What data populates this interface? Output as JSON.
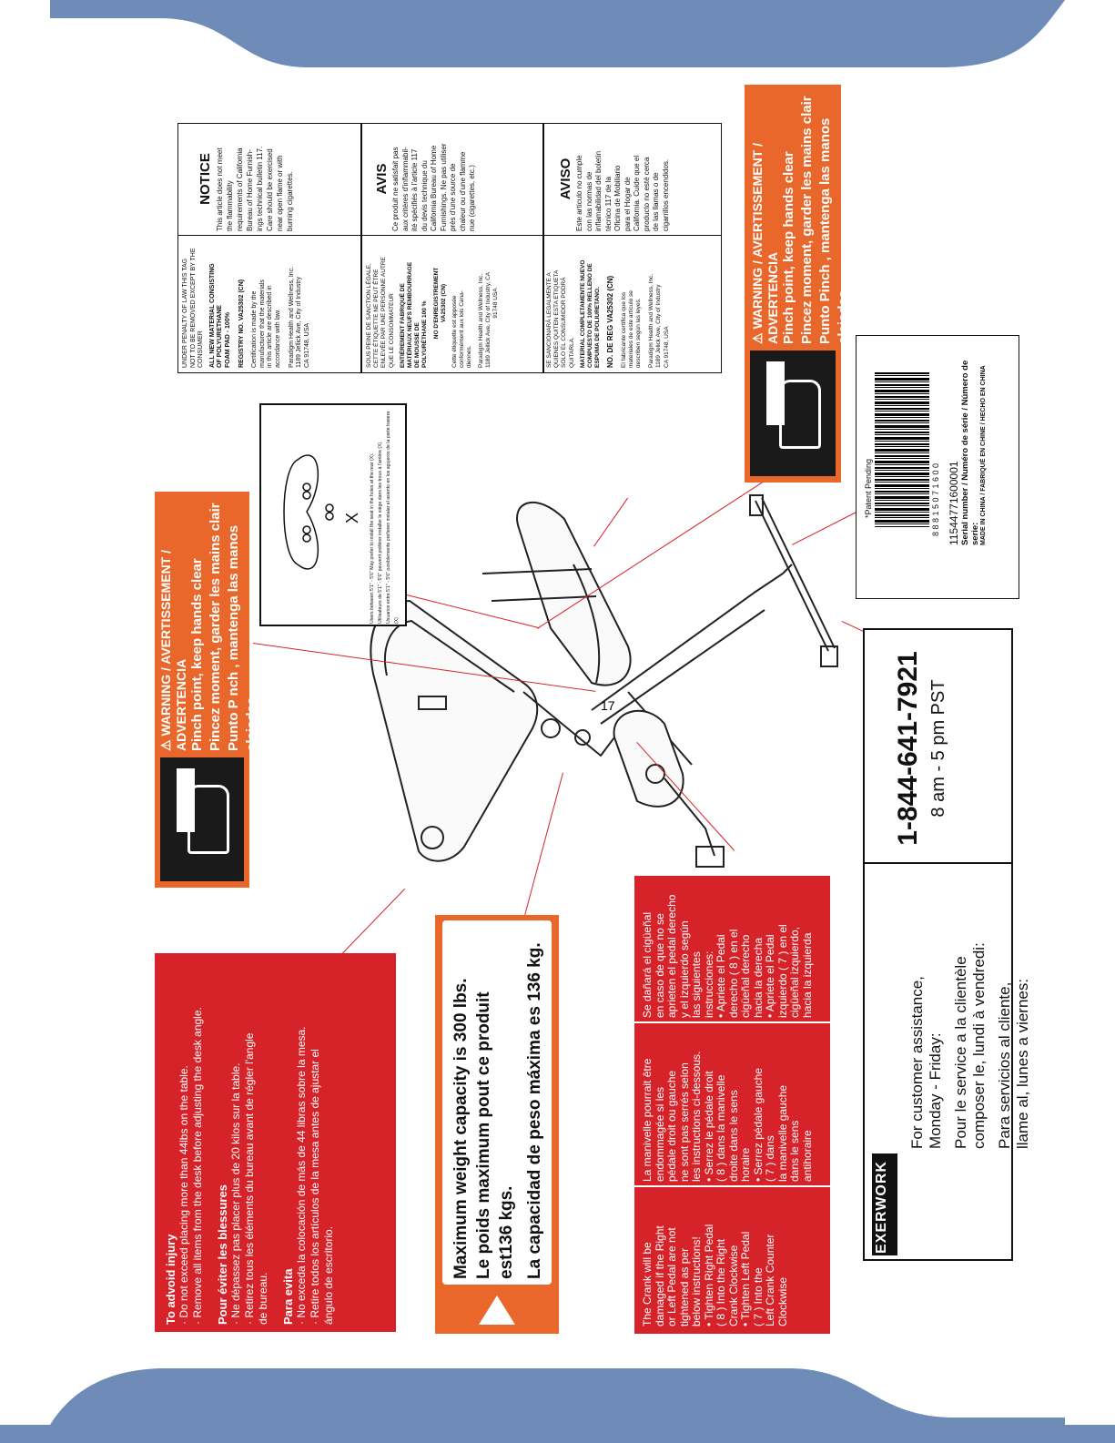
{
  "pinch_warning": {
    "title": "WARNING / AVERTISSEMENT / ADVERTENCIA",
    "lines": [
      "Pinch point, keep hands clear",
      "Pincez moment, garder les mains clair",
      "Punto Pinch , mantenga las manos alejadas"
    ]
  },
  "pinch_warning_left": {
    "title": "WARNING / AVERTISSEMENT / ADVERTENCIA",
    "lines": [
      "Pinch point, keep hands clear",
      "Pincez moment, garder les mains clair",
      "Punto P nch , mantenga las manos alejadas"
    ]
  },
  "desk_warning": {
    "en_title": "To advoid injury",
    "en_items": [
      "· Do not exceed placing more than 44lbs on the table.",
      "· Remove all items from the desk before adjusting the desk angle."
    ],
    "fr_title": "Pour éviter les blessures",
    "fr_items": [
      "· Ne dépassez pas placer plus de 20 kilos sur la table.",
      "· Retirez tous les éléments du bureau avant de régler l'angle",
      "  de bureau."
    ],
    "es_title": "Para evita",
    "es_items": [
      "· No exceda la colocación de más de 44 libras sobre la mesa.",
      "· Retire todos los artículos de la mesa antes de ajustar el",
      "  ángulo de escritorio."
    ]
  },
  "capacity": {
    "lines": [
      "Maximum weight capacity is 300 lbs.",
      "Le poids maximum pout ce produit",
      "est136 kgs.",
      "La capacidad de peso máxima es 136 kg."
    ]
  },
  "crank": {
    "en": [
      "The Crank will be",
      "damaged if the Right",
      "or Left Pedal are not",
      "tightened as per",
      "below instructions!",
      "• Tighten Right Pedal",
      "( 8 ) Into the Right",
      "Crank Clockwise",
      "• Tighten Left Pedal",
      "( 7 ) Into the",
      "Left Crank Counter",
      "Clockwise"
    ],
    "fr": [
      "La manivelle pourrait être",
      "endommagée si les",
      "pédale droit ou gauche",
      "ne sont pas serrés selon",
      "les instructions ci-dessous.",
      "• Serrez le pédale droit",
      "( 8 ) dans la manivelle",
      "droite dans le sens",
      "horaire",
      "• Serrez pédale gauche",
      "( 7 ) dans",
      "la manivelle gauche",
      "dans le sens",
      "antihoraire"
    ],
    "es": [
      "Se dañará el cigüeñal",
      "en caso de que no se",
      "aprieten el pedal derecho",
      "y el izquierdo según",
      "las siguientes",
      "instrucciones:",
      "• Apriete el Pedal",
      "derecho ( 8 ) en el",
      "cigüeñal derecho",
      "hacia la derecha",
      "• Apriete el Pedal",
      "izquierdo ( 7 ) en el",
      "cigüeñal izquierdo,",
      "hacia la izquierda"
    ]
  },
  "support": {
    "brand": "EXERWORK",
    "en": [
      "For customer assistance,",
      "Monday - Friday:"
    ],
    "fr": [
      "Pour le service a la clientèle",
      "composer le, lundi à vendredi:"
    ],
    "es": [
      "Para servicios al cliente,",
      "llame al, lunes a viernes:"
    ],
    "phone": "1-844-641-7921",
    "hours": "8 am - 5 pm PST"
  },
  "serial": {
    "patent": "*Patent Pending",
    "barcode_digits": "8    8 8 1 5   0 7 1 6 0   0",
    "number": "11544771600001",
    "label": "Serial number / Numéro de série / Número de serie:",
    "made": "MADE IN CHINA / FABRIQUÉ EN CHINE / HECHO EN CHINA"
  },
  "seat_card": {
    "mark": "X",
    "lines": [
      "Users between 5'1\" - 5'6\" May prefer to install the seat in the holes at the rear (X).",
      "Utilisateurs de 5'1\" - 5'6\" peuvent préférer installer le siège dans les trous à l'arrière (X).",
      "Usuarios entre 5'1\" - 5'6\" posiblemente prefieren instalar el asiento en los agujeros de la parte trasera (X)"
    ]
  },
  "law_tag": {
    "en_left": [
      "UNDER PENALTY OF LAW THIS TAG",
      "NOT TO BE REMOVED EXCEPT BY THE",
      "CONSUMER",
      "ALL NEW MATERIAL CONSISTING",
      "OF POLYURETHANE",
      "FOAM PAD - 100%",
      "REGISTRY NO. VA25302 (CN)",
      "Certification is made by the",
      "manufacturer that the materials",
      "in this article are described in",
      "accordance with law.",
      "Paradigm Health and Wellness, Inc.",
      "1189 Jellick Ave, City of Industry",
      "CA 91748, USA"
    ],
    "en_title": "NOTICE",
    "en_right": [
      "This article does not meet",
      "the flammability",
      "requirements of California",
      "Bureau of Home Furnish-",
      "ings technical bulletin 117.",
      "Care should be exercised",
      "near open flame or with",
      "burning cigarettes."
    ],
    "fr_left": [
      "SOUS PEINE DE SANCTION LÉGALE,",
      "CETTE ÉTIQUETTE NE PEUT ÊTRE",
      "ENLEVÉE PAR UNE PERSONNE AUTRE",
      "QUE LE CONSOMMATEUR",
      "ENTIÈREMENT FABRIQUÉ DE",
      "MATÉRIAUX NEUFS REMBOURRAGE",
      "DE MOUSSE DE",
      "POLYURÉTHANE 100 %",
      "NO D'ENREGISTREMENT",
      "VA25302 (CN)",
      "Cette étiquette est apposée",
      "conformément aux lois Cana-",
      "diennes.",
      "Paradigm Health and Wellness, Inc.",
      "1189 Jellick Ave, City of Industry, CA",
      "91748 USA"
    ],
    "fr_title": "AVIS",
    "fr_right": [
      "Ce produit ne satisfait pas",
      "aux critères d'inflammabil-",
      "ité spécifiés à l'article 117",
      "du devis technique du",
      "California Bureau of Home",
      "Furnishings. Ne pas utiliser",
      "près d'une source de",
      "chaleur ou d'une flamme",
      "nue (cigarettes, etc.)"
    ],
    "es_left": [
      "SE SANCIONARÁ LEGALMENTE A",
      "QUIENES QUITEN ESTA ETIQUETA",
      "SOLO EL CONSUMIDOR PODRÁ",
      "QUITARLA.",
      "MATERIAL COMPLETAMENTE NUEVO",
      "COMPUESTO DE 100% RELLENO DE",
      "ESPUMA DE POLIURETANO.",
      "NO. DE REG VA25302 (CN)",
      "El fabricante certifica que los",
      "materiales de este artículo se",
      "describen según las leyes.",
      "Paradigm Health and Wellness, Inc.",
      "1189 Jelick Ave, City of Industry",
      "CA 91748, USA"
    ],
    "es_title": "AVISO",
    "es_right": [
      "Este artículo no cumple",
      "con las normas de",
      "inflamabilidad del boletín",
      "técnico 117 de la",
      "Oficina de Mobiliario",
      "para el Hogar de",
      "California. Cuide que el",
      "producto no esté cerca",
      "de las llamas o de",
      "cigarrillos encendidos."
    ]
  },
  "colors": {
    "band": "#6f8cb9",
    "orange": "#e9672a",
    "red": "#d6232a"
  }
}
